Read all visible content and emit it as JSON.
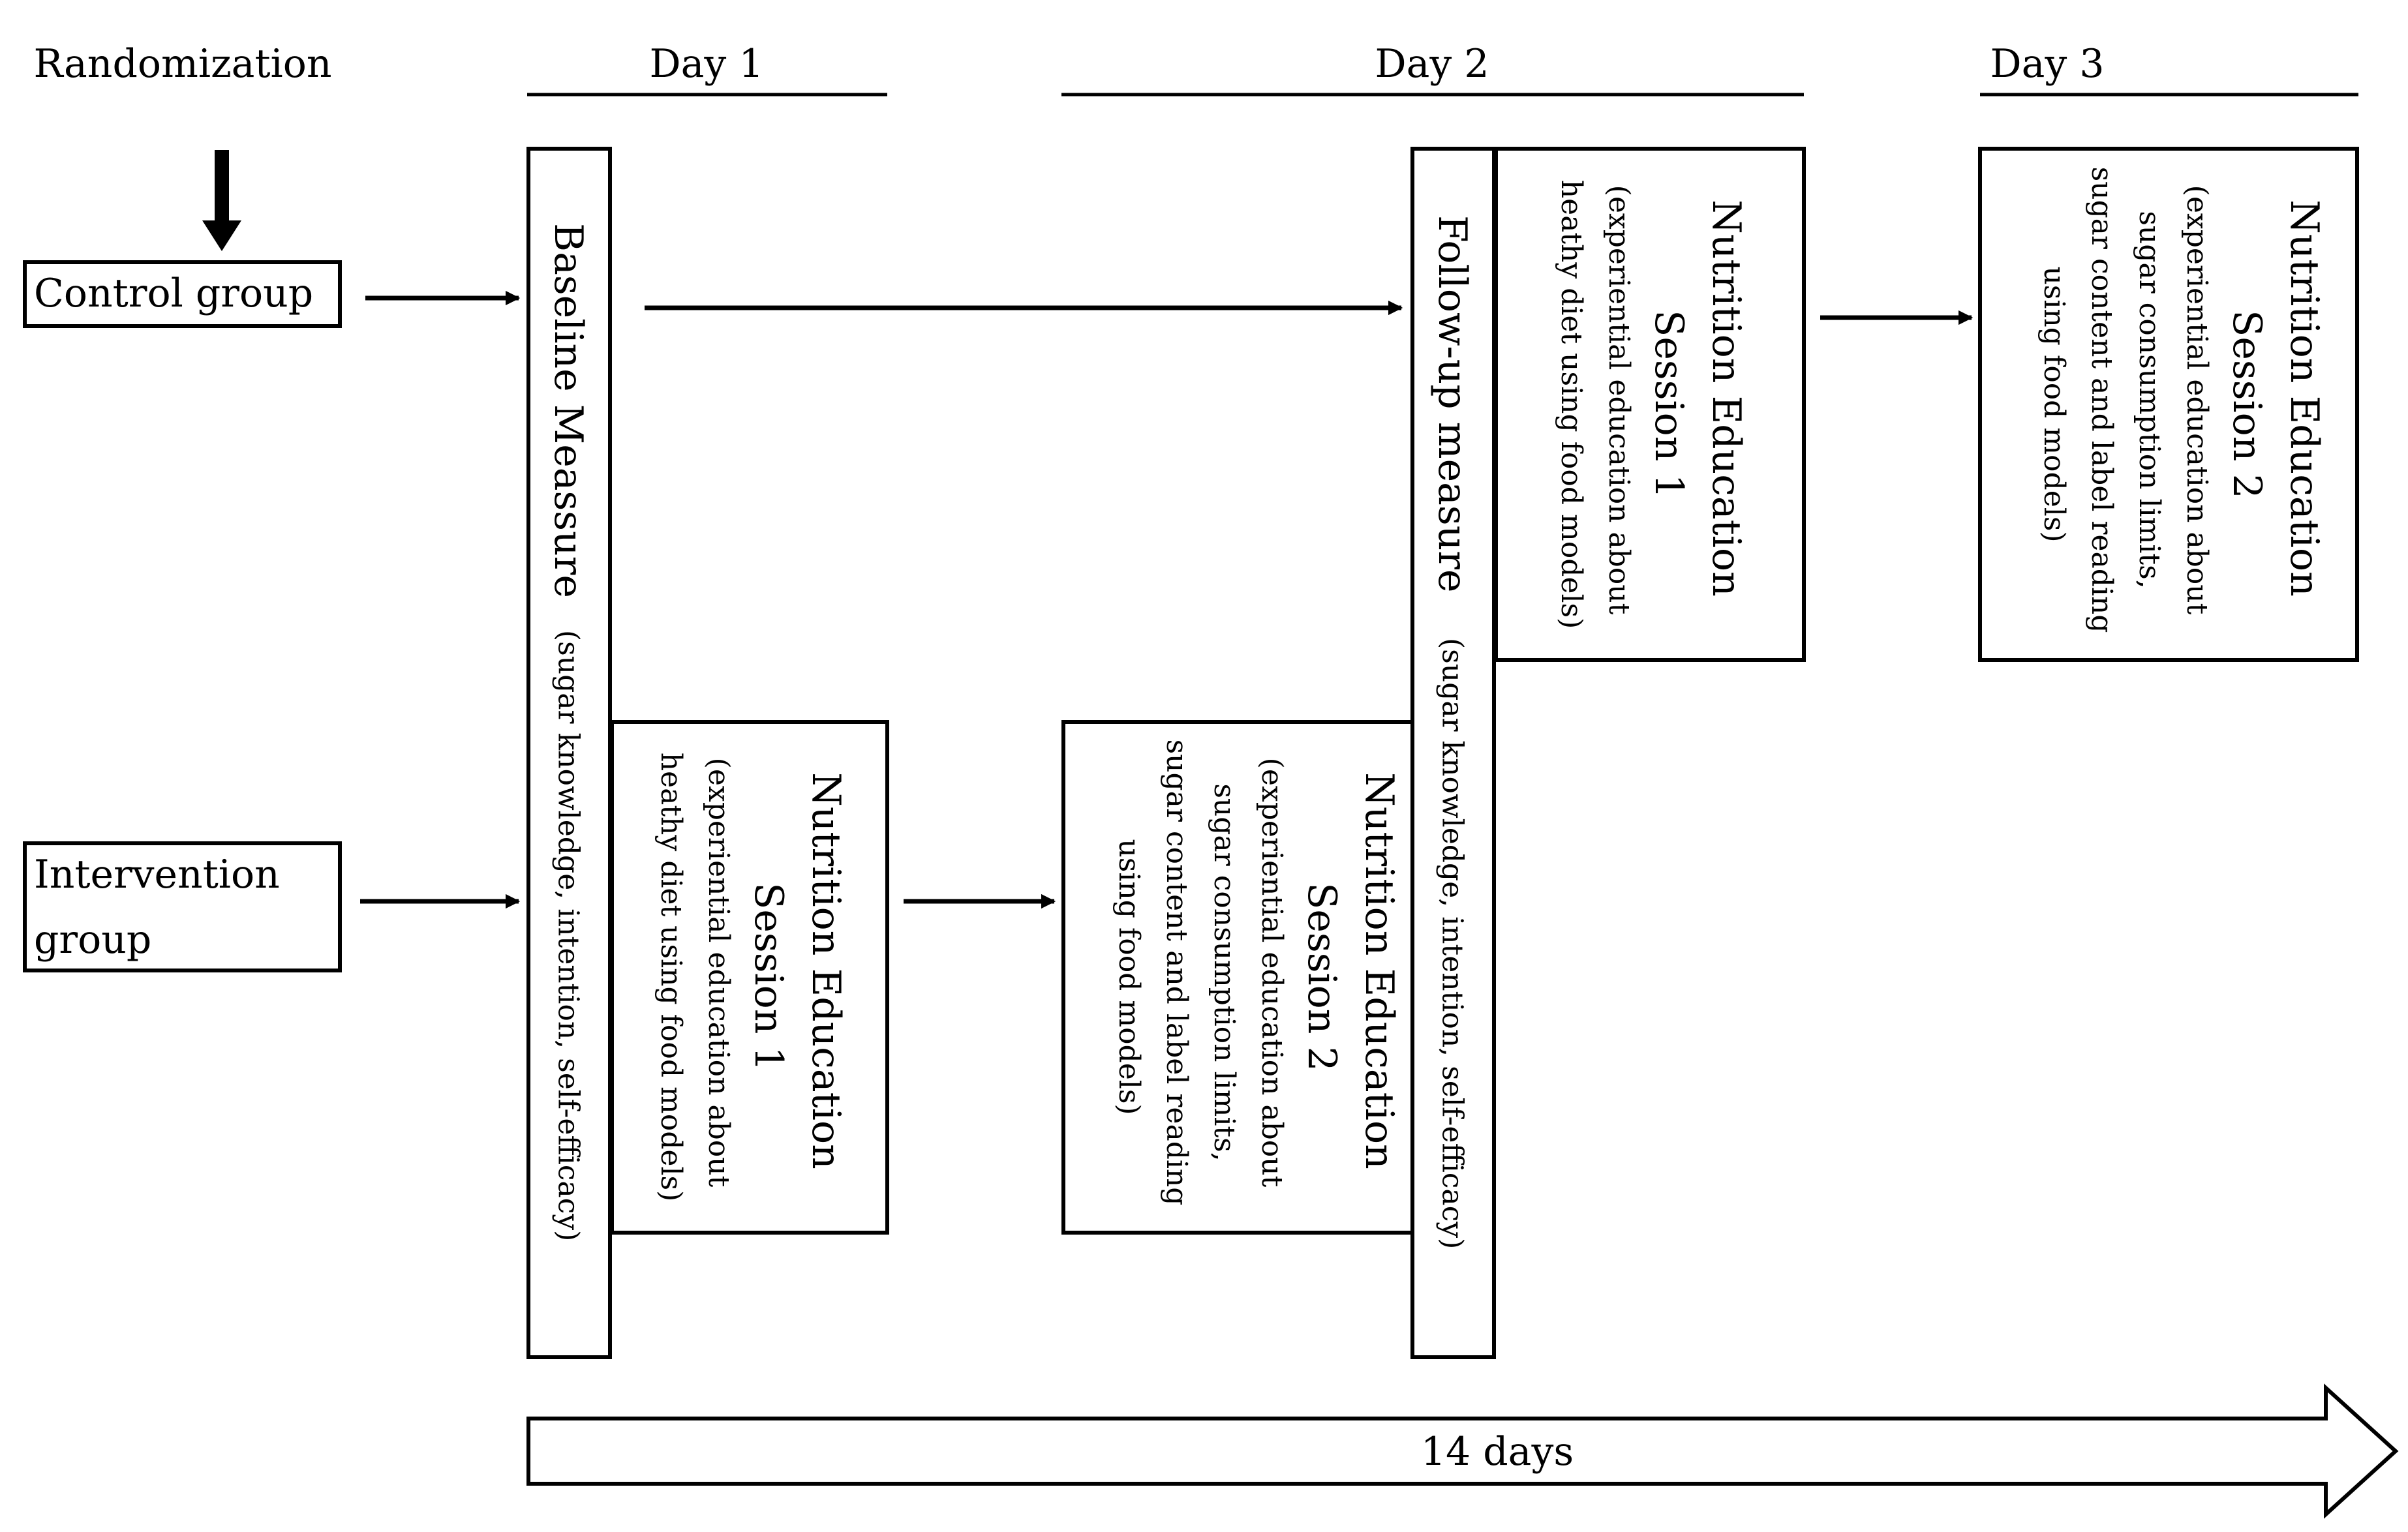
{
  "labels": {
    "randomization": "Randomization",
    "day1": "Day 1",
    "day2": "Day 2",
    "day3": "Day 3",
    "control_group": "Control group",
    "intervention_group": [
      "Intervention",
      "group"
    ],
    "baseline_title": "Baseline Meassure",
    "baseline_sub": "(sugar knowledge, intention, self-efficacy)",
    "followup_title": "Follow-up measure",
    "followup_sub": "(sugar knowledge, intention, self-efficacy)",
    "duration": "14 days"
  },
  "sessions": {
    "session1": {
      "title": [
        "Nutrition Education",
        "Session 1"
      ],
      "desc": [
        "(experiential education about",
        "heathy diet using food models)"
      ]
    },
    "session2": {
      "title": [
        "Nutrition Education",
        "Session 2"
      ],
      "desc": [
        "(experiential education about",
        "sugar consumption limits,",
        "sugar content and label reading",
        "using food models)"
      ]
    }
  }
}
